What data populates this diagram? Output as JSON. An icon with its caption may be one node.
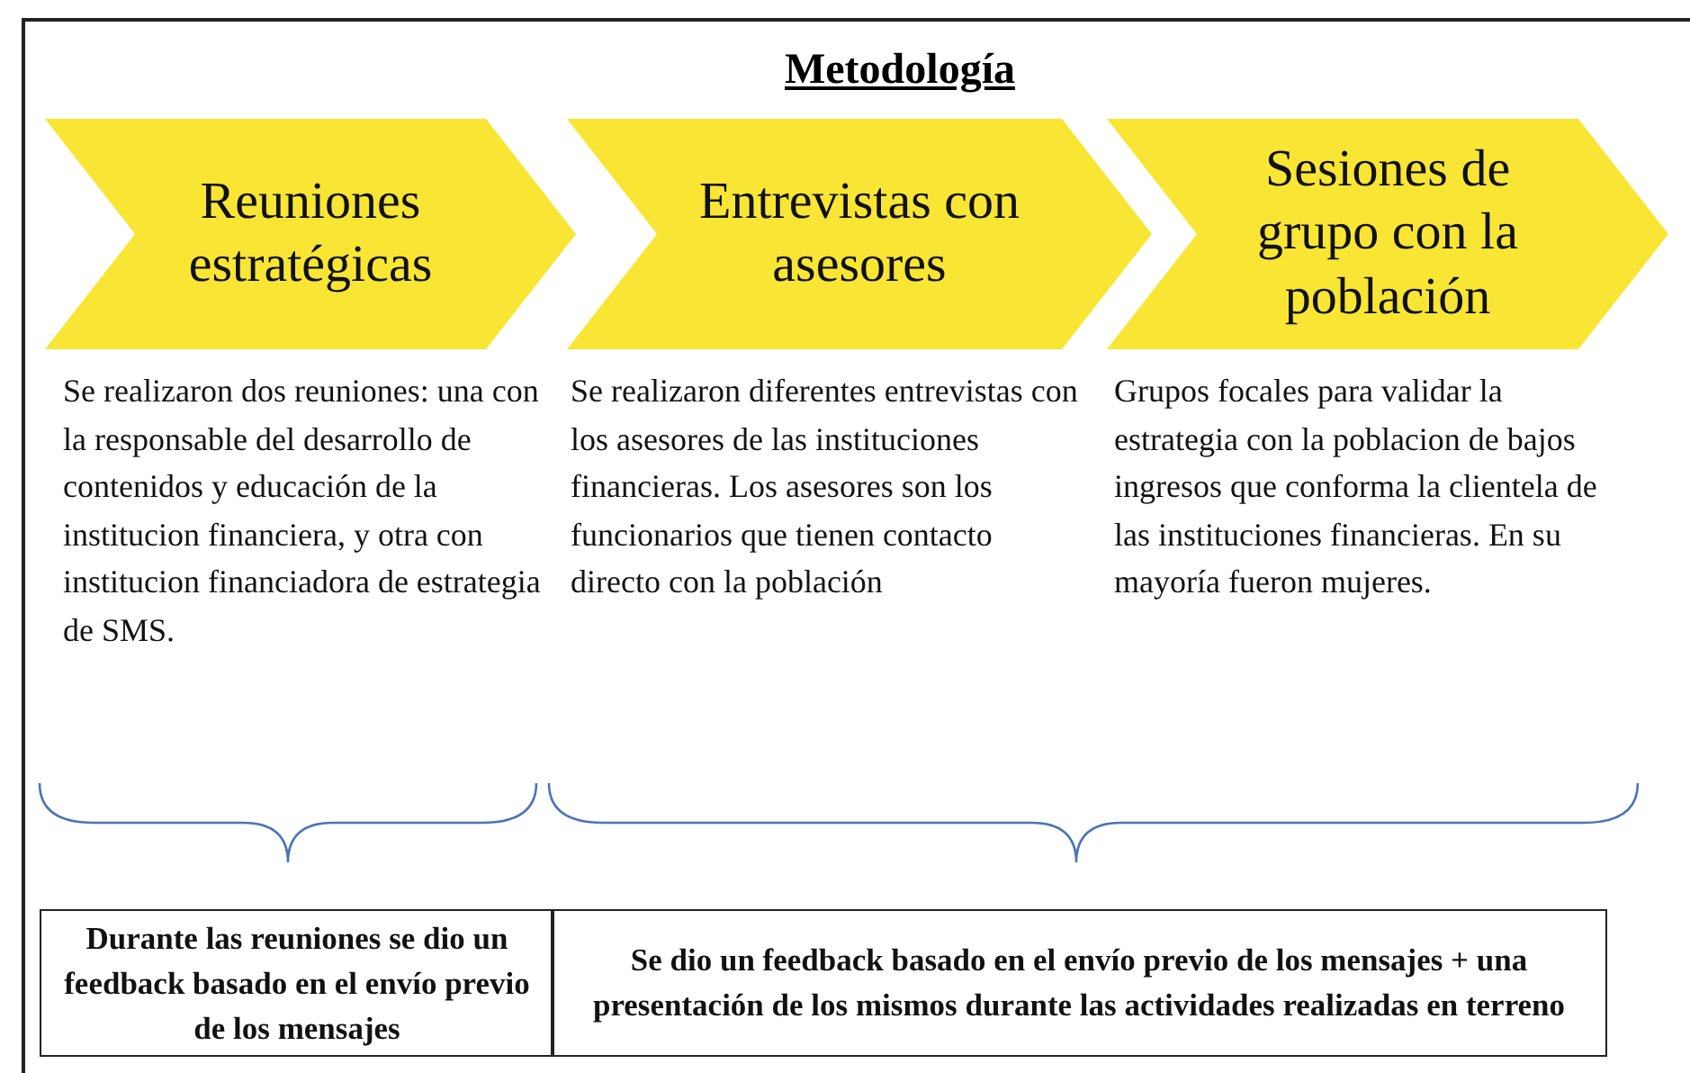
{
  "diagram": {
    "title": "Metodología",
    "nodes": [
      {
        "text": [
          "Reuniones estratégicas"
        ],
        "beside": [
          "Se realizaron dos reuniones: una con la responsable del desarrollo de contenidos y educación de la institucion financiera, y otra con institucion financiadora de estrategia de SMS."
        ]
      },
      {
        "text": [
          "Entrevistas con asesores"
        ],
        "beside": [
          "Se realizaron diferentes entrevistas con los asesores de las instituciones financieras. Los asesores son los funcionarios que tienen contacto directo con la población"
        ]
      },
      {
        "text": [
          "Sesiones de grupo con la población"
        ],
        "beside": [
          "Grupos focales para validar la estrategia con la poblacion de bajos ingresos que conforma la clientela de las instituciones financieras. En su mayoría fueron mujeres."
        ]
      },
      {
        "text": [
          "Durante las reuniones se dio un feedback basado en el envío previo de los mensajes"
        ]
      },
      {
        "text": [
          "Se dio un feedback basado en el envío previo de los mensajes + una presentación de los mismos durante las actividades realizadas en terreno"
        ]
      }
    ]
  }
}
